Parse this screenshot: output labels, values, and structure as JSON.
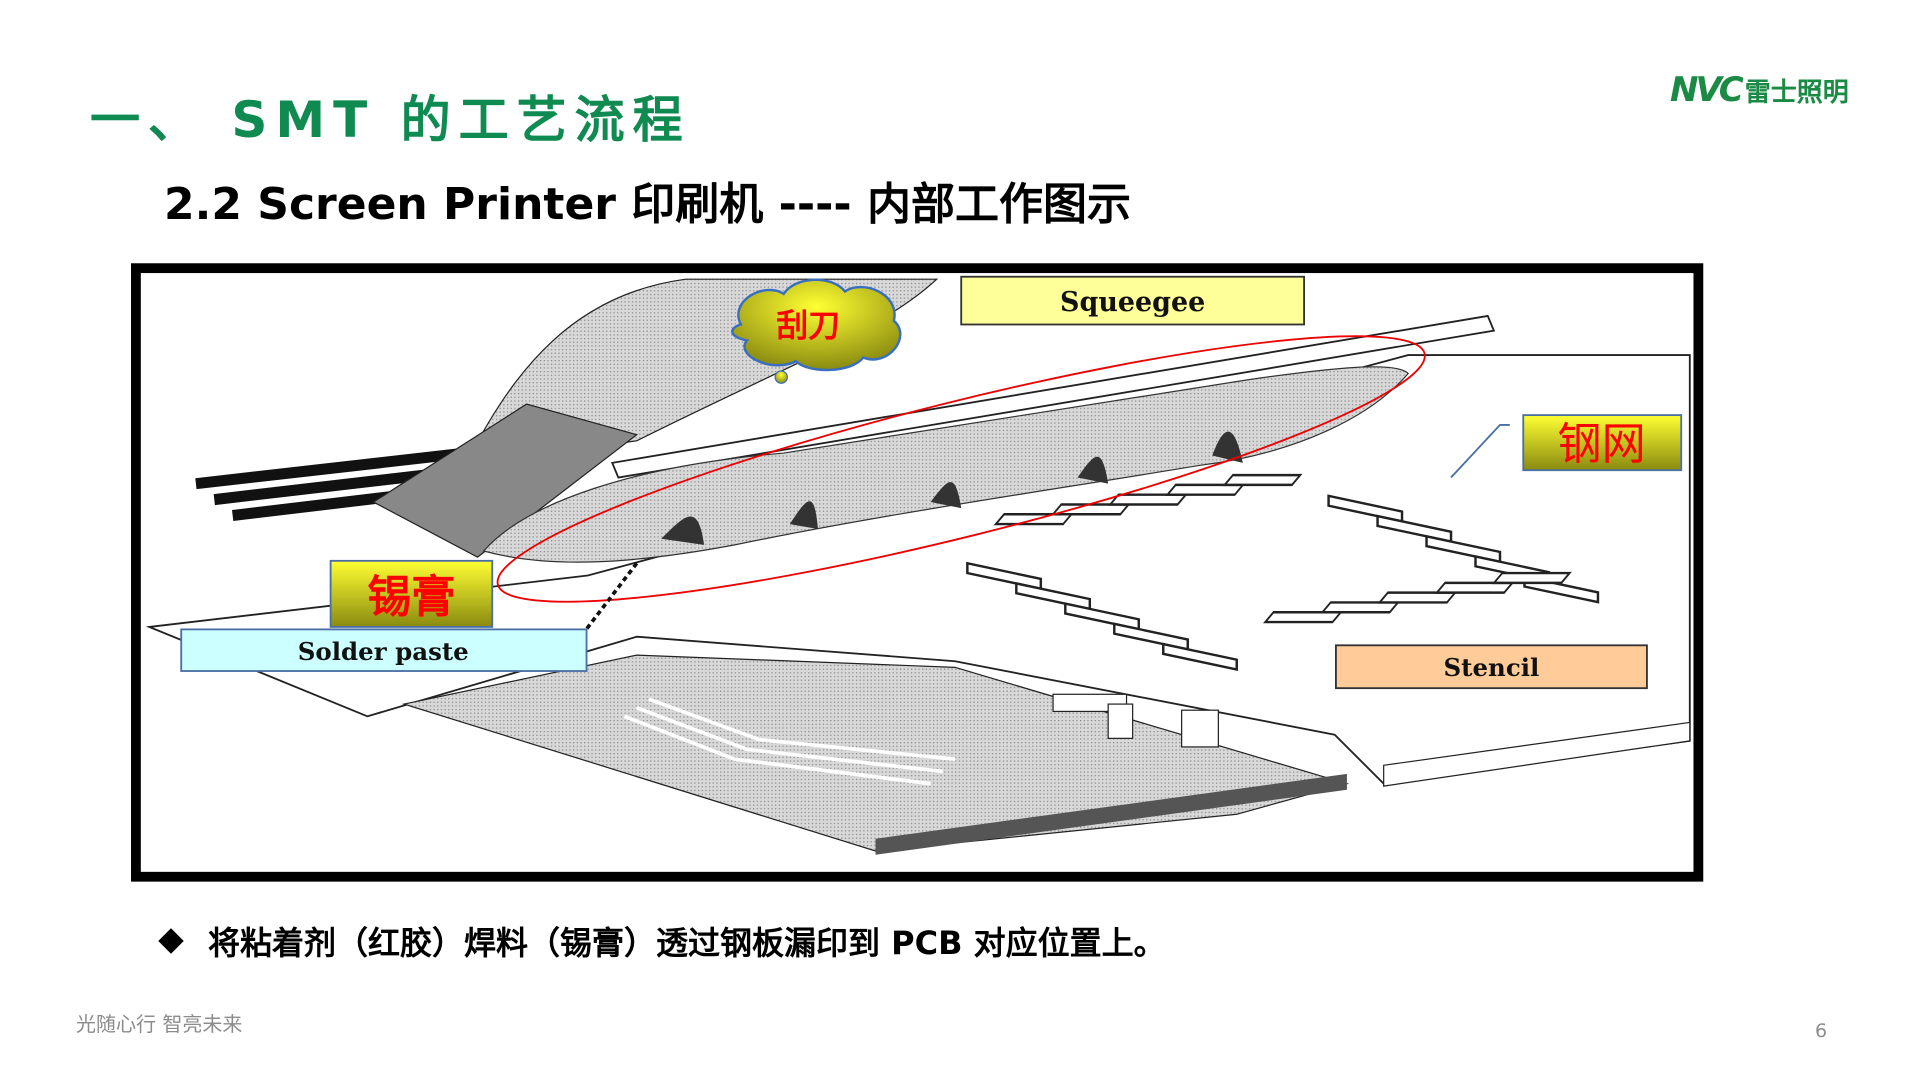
{
  "header": {
    "title": "一、 SMT 的工艺流程",
    "subtitle": "2.2 Screen Printer 印刷机 ---- 内部工作图示",
    "logo_mark": "NVC",
    "logo_text": "雷士照明"
  },
  "diagram": {
    "labels": {
      "squeegee_cn": "刮刀",
      "squeegee_en": "Squeegee",
      "stencil_cn": "钢网",
      "stencil_en": "Stencil",
      "paste_cn": "锡膏",
      "paste_en": "Solder paste"
    }
  },
  "body": {
    "bullet": "将粘着剂（红胶）焊料（锡膏）透过钢板漏印到 PCB 对应位置上。"
  },
  "footer": {
    "slogan": "光随心行  智亮未来",
    "page_number": "6"
  },
  "colors": {
    "brand_green": "#0f8a50",
    "label_red": "#ff0000"
  }
}
